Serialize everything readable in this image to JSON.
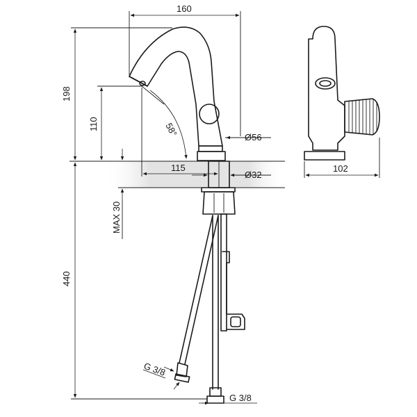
{
  "dimensions": {
    "width_top": "160",
    "height_upper": "198",
    "height_spout": "110",
    "angle": "58°",
    "base_diameter": "Ø56",
    "spout_reach": "115",
    "hole_diameter": "Ø32",
    "depth_total": "440",
    "max_thickness": "MAX 30",
    "side_depth": "102",
    "thread_left": "G 3/8",
    "thread_bottom": "G 3/8"
  },
  "colors": {
    "line": "#1a1a1a",
    "counter_shade": "#e3e3e3"
  }
}
